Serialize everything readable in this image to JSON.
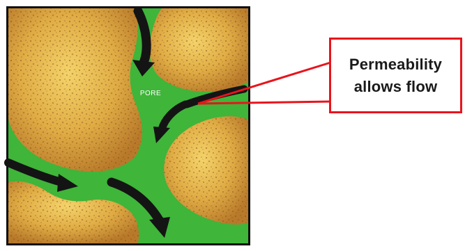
{
  "diagram": {
    "pore_label": "PORE",
    "callout": {
      "line1": "Permeability",
      "line2": "allows flow"
    }
  },
  "colors": {
    "pore_space": "#3fb53a",
    "grain": "#d9a43a",
    "frame": "#101010",
    "flow_arrow": "#141414",
    "callout_border": "#e8141c"
  }
}
